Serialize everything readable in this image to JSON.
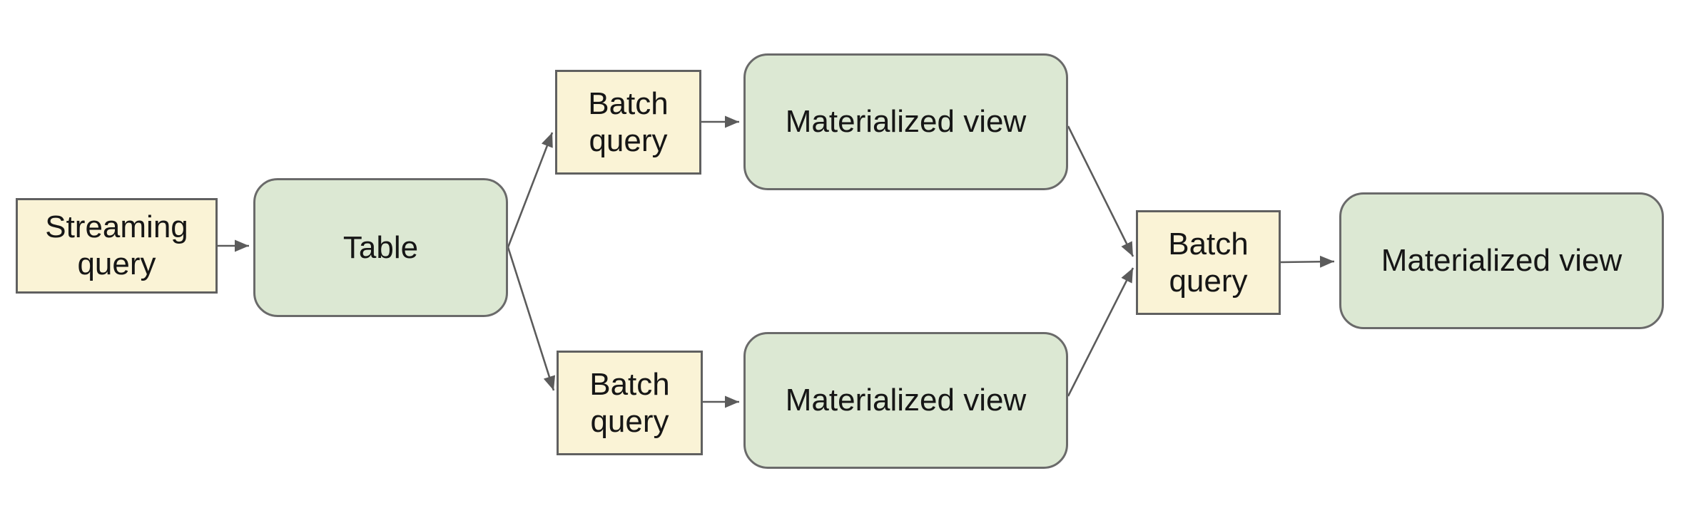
{
  "diagram": {
    "background_color": "#ffffff",
    "colors": {
      "query_box_fill": "#faf3d6",
      "query_box_border": "#606060",
      "entity_box_fill": "#dce8d3",
      "entity_box_border": "#6a6a6a",
      "arrow": "#5b5b5b",
      "text": "#161616"
    },
    "nodes": [
      {
        "id": "streaming-query",
        "label": "Streaming query",
        "shape": "rectangle"
      },
      {
        "id": "table",
        "label": "Table",
        "shape": "rounded-rectangle"
      },
      {
        "id": "batch-query-top",
        "label": "Batch query",
        "shape": "rectangle"
      },
      {
        "id": "materialized-view-top",
        "label": "Materialized view",
        "shape": "rounded-rectangle"
      },
      {
        "id": "batch-query-bottom",
        "label": "Batch query",
        "shape": "rectangle"
      },
      {
        "id": "materialized-view-bottom",
        "label": "Materialized view",
        "shape": "rounded-rectangle"
      },
      {
        "id": "batch-query-right",
        "label": "Batch query",
        "shape": "rectangle"
      },
      {
        "id": "materialized-view-final",
        "label": "Materialized view",
        "shape": "rounded-rectangle"
      }
    ],
    "edges": [
      {
        "from": "streaming-query",
        "to": "table"
      },
      {
        "from": "table",
        "to": "batch-query-top"
      },
      {
        "from": "table",
        "to": "batch-query-bottom"
      },
      {
        "from": "batch-query-top",
        "to": "materialized-view-top"
      },
      {
        "from": "batch-query-bottom",
        "to": "materialized-view-bottom"
      },
      {
        "from": "materialized-view-top",
        "to": "batch-query-right"
      },
      {
        "from": "materialized-view-bottom",
        "to": "batch-query-right"
      },
      {
        "from": "batch-query-right",
        "to": "materialized-view-final"
      }
    ]
  }
}
